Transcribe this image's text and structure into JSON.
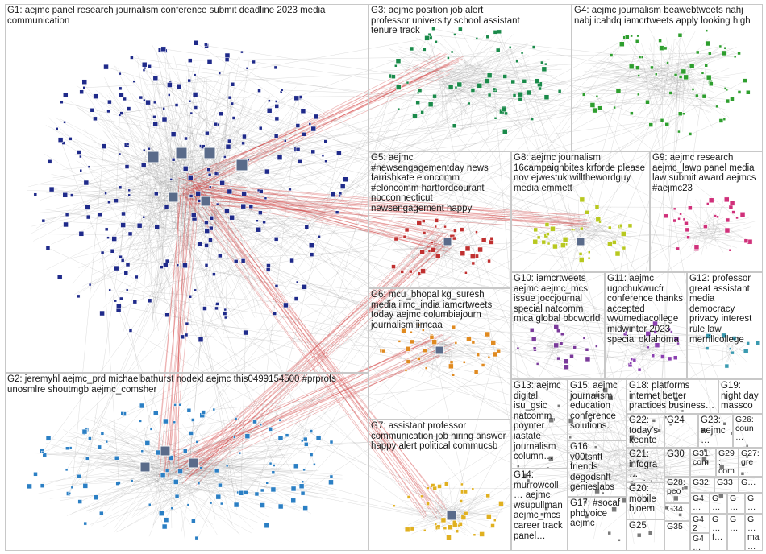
{
  "colors": {
    "edge_gray": "#8c8c8c",
    "edge_red": "#d23a3a",
    "g1": "#1f2a8a",
    "g2": "#2b7fc4",
    "g3": "#1a8a4a",
    "g4": "#2e9e2e",
    "g5": "#c03030",
    "g6": "#e08a20",
    "g7": "#e0b020",
    "g8": "#b8c820",
    "g9": "#d0307a",
    "g10": "#7a3a9a",
    "g11": "#8a40b0",
    "g12": "#3a9ab0",
    "small": "#7a7a7a",
    "box_border": "#c8c8c8"
  },
  "groups": [
    {
      "id": "g1",
      "label": "G1: aejmc panel research journalism conference submit deadline 2023 media communication"
    },
    {
      "id": "g2",
      "label": "G2: jeremyhl aejmc_prd michaelbathurst nodexl aejmc this0499154500 #prprofs unosmlre shoutmgb aejmc_comsher"
    },
    {
      "id": "g3",
      "label": "G3: aejmc position job alert professor university school assistant tenure track"
    },
    {
      "id": "g4",
      "label": "G4: aejmc journalism beawebtweets nahj nabj icahdq iamcrtweets apply looking high"
    },
    {
      "id": "g5",
      "label": "G5: aejmc #newsengagementday news farrishkate eloncomm #eloncomm hartfordcourant nbcconnecticut newsengagement happy"
    },
    {
      "id": "g6",
      "label": "G6: mcu_bhopal kg_suresh media iimc_india iamcrtweets today aejmc columbiajourn journalism iimcaa"
    },
    {
      "id": "g7",
      "label": "G7: assistant professor communication job hiring answer happy alert political commucsb"
    },
    {
      "id": "g8",
      "label": "G8: aejmc journalism 16campaignbites krforde please nov ejwestuk willthewordguy media emmett"
    },
    {
      "id": "g9",
      "label": "G9: aejmc research aejmc_lawp panel media law submit award aejmcs #aejmc23"
    },
    {
      "id": "g10",
      "label": "G10: iamcrtweets aejmc aejmc_mcs issue joccjournal special natcomm mica global bbcworld"
    },
    {
      "id": "g11",
      "label": "G11: aejmc ugochukwucfr conference thanks accepted wvumediacollege midwinter 2023 special oklahoma"
    },
    {
      "id": "g12",
      "label": "G12: professor great assistant media democracy privacy interest rule law merrillcollege"
    },
    {
      "id": "g13",
      "label": "G13: aejmc digital isu_gsic natcomm poynter iastate journalism column…"
    },
    {
      "id": "g14",
      "label": "G14: murrowcoll… aejmc wsupullman aejmc_mcs career track panel…"
    },
    {
      "id": "g15",
      "label": "G15: aejmc journalism education conference solutions…"
    },
    {
      "id": "g16",
      "label": "G16: y00tsnft friends degodsnft genieslabs"
    },
    {
      "id": "g17",
      "label": "G17: #socaf phdvoice aejmc"
    },
    {
      "id": "g18",
      "label": "G18: platforms internet better practices business…"
    },
    {
      "id": "g19",
      "label": "G19: night day massco…"
    },
    {
      "id": "g20",
      "label": "G20: mobile bjoern…"
    },
    {
      "id": "g21",
      "label": "G21: infogra… social…"
    },
    {
      "id": "g22",
      "label": "G22: today's keonte…"
    },
    {
      "id": "g23",
      "label": "G23: aejmc…"
    },
    {
      "id": "g24",
      "label": "G24"
    },
    {
      "id": "g25",
      "label": "G25"
    },
    {
      "id": "g26",
      "label": "G26: coun…"
    },
    {
      "id": "g27",
      "label": "G27: gre…"
    },
    {
      "id": "g28",
      "label": "G28: peo…"
    },
    {
      "id": "g29",
      "label": "G29: com…"
    },
    {
      "id": "g30",
      "label": "G30"
    },
    {
      "id": "g31",
      "label": "G31: com…"
    },
    {
      "id": "g32",
      "label": "G32:"
    },
    {
      "id": "g33",
      "label": "G33"
    },
    {
      "id": "g34",
      "label": "G34"
    },
    {
      "id": "g35",
      "label": "G35"
    },
    {
      "id": "g36",
      "label": "G…"
    },
    {
      "id": "g37",
      "label": "G…"
    },
    {
      "id": "g38",
      "label": "G…"
    },
    {
      "id": "g39",
      "label": "G…"
    },
    {
      "id": "g40",
      "label": "G4…"
    },
    {
      "id": "g41",
      "label": "G4…"
    },
    {
      "id": "g42",
      "label": "G42"
    },
    {
      "id": "g43",
      "label": "G… f…"
    },
    {
      "id": "g44",
      "label": "G…"
    },
    {
      "id": "g45",
      "label": "G… ma…"
    }
  ]
}
